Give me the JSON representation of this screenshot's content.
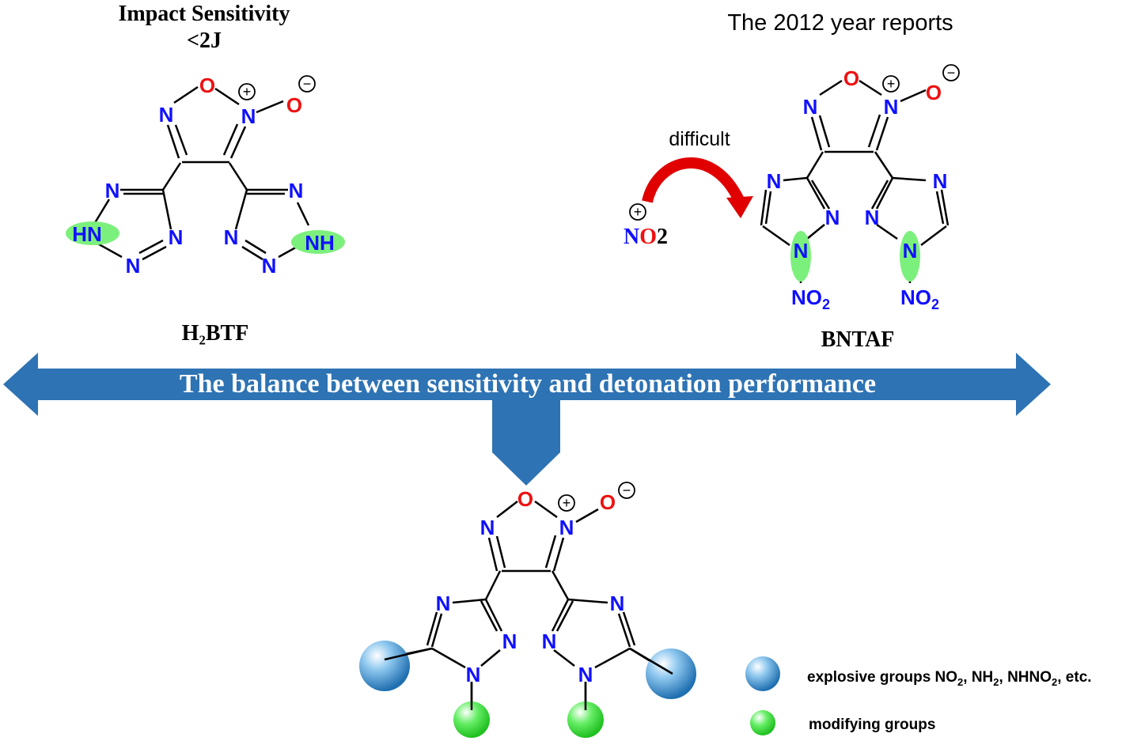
{
  "top_left": {
    "heading_line1": "Impact Sensitivity",
    "heading_line2": "<2J",
    "compound_name": "H₂BTF"
  },
  "top_right": {
    "heading": "The 2012 year reports",
    "arrow_label": "difficult",
    "reagent": {
      "n": "N",
      "o": "O",
      "suffix": "2"
    },
    "compound_name": "BNTAF"
  },
  "banner_text": "The balance between sensitivity and detonation performance",
  "legend": {
    "explosive_prefix": "explosive groups NO",
    "explosive_sub1": "2",
    "explosive_mid1": ", NH",
    "explosive_sub2": "2",
    "explosive_mid2": ", NHNO",
    "explosive_sub3": "2",
    "explosive_suffix": ", etc.",
    "modifying": "modifying groups"
  },
  "atoms": {
    "N": "N",
    "O": "O",
    "HN": "HN",
    "NH": "NH",
    "NO2_N": "NO",
    "NO2_sub": "2",
    "plus": "+",
    "minus": "−"
  },
  "colors": {
    "nitrogen": "#1010ff",
    "oxygen": "#ee1111",
    "arrow_blue": "#2e73b4",
    "highlight_green": "#7cf07c",
    "red_arrow": "#e00000"
  }
}
